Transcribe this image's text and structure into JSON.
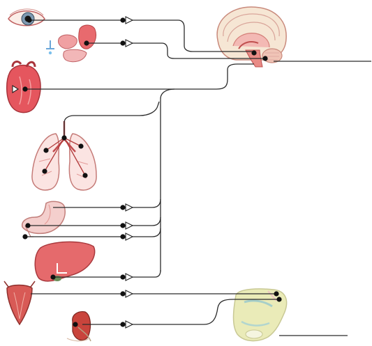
{
  "diagram": {
    "organs": [
      {
        "name": "eye",
        "icon": "eye-icon"
      },
      {
        "name": "salivary-glands",
        "icon": "salivary-gland-icon"
      },
      {
        "name": "heart",
        "icon": "heart-icon"
      },
      {
        "name": "lungs",
        "icon": "lungs-icon"
      },
      {
        "name": "stomach",
        "icon": "stomach-icon"
      },
      {
        "name": "liver",
        "icon": "liver-icon"
      },
      {
        "name": "bladder",
        "icon": "bladder-icon"
      },
      {
        "name": "genitals",
        "icon": "genitals-icon"
      }
    ],
    "centers": [
      {
        "name": "brain-brainstem",
        "icon": "brain-icon"
      },
      {
        "name": "sacral-pelvis",
        "icon": "pelvis-icon"
      }
    ],
    "colors": {
      "nerve": "#2b2b2b",
      "tissue_red": "#e0626a",
      "tissue_pink": "#f2b8b8",
      "brain_cream": "#f6e6d4",
      "pelvis_yellow": "#e8e4a8"
    }
  }
}
